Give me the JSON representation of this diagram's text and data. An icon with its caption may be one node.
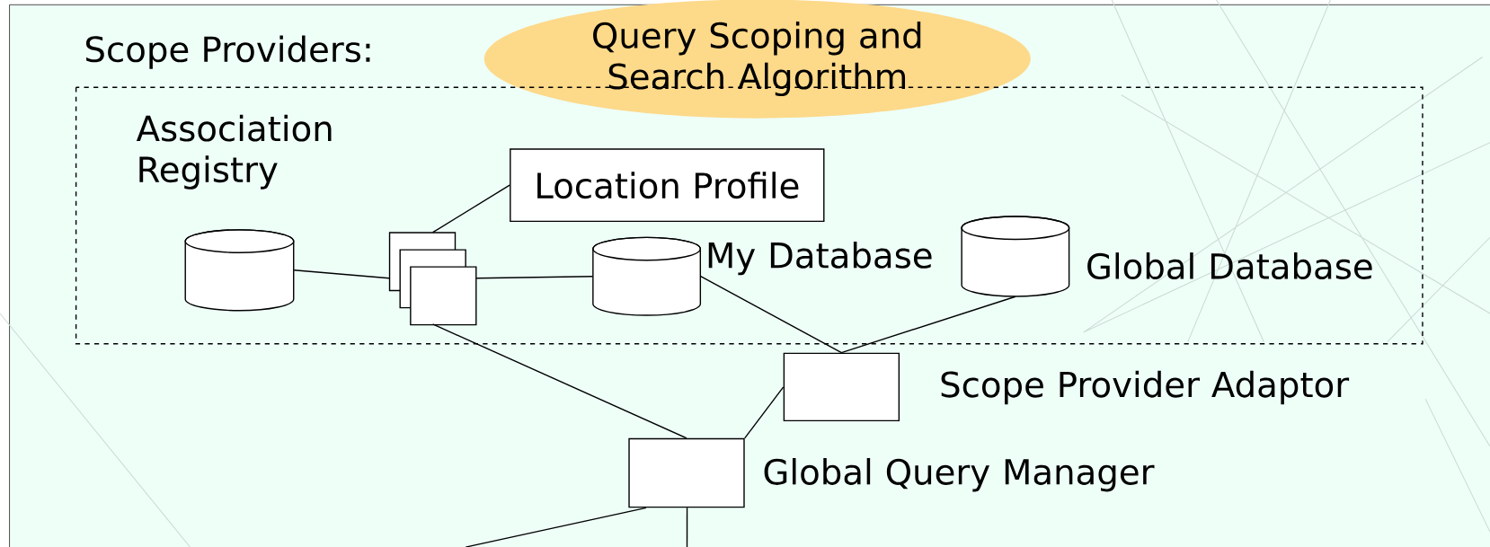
{
  "diagram": {
    "title": "Query Scoping and Search Algorithm",
    "nodes": [
      {
        "text": [
          "Scope Providers:"
        ]
      },
      {
        "text": [],
        "shape": "cylinder",
        "beside": [
          "Association Registry"
        ],
        "in": 0
      },
      {
        "text": [
          "Location Profile"
        ],
        "in": 0
      },
      {
        "text": [],
        "shape": "box",
        "in": 0
      },
      {
        "text": [],
        "shape": "cylinder",
        "beside": [
          "My Database"
        ],
        "in": 0
      },
      {
        "text": [],
        "shape": "cylinder",
        "beside": [
          "Global Database"
        ],
        "in": 0
      },
      {
        "text": [],
        "shape": "box",
        "beside": [
          "Scope Provider Adaptor"
        ]
      },
      {
        "text": [],
        "shape": "box",
        "beside": [
          "Global Query Manager"
        ]
      }
    ],
    "edges": [
      {
        "from": 1,
        "to": 3,
        "arrow": "none"
      },
      {
        "from": 3,
        "to": 2,
        "arrow": "none"
      },
      {
        "from": 3,
        "to": 4,
        "arrow": "none"
      },
      {
        "from": 4,
        "to": 6,
        "arrow": "none"
      },
      {
        "from": 5,
        "to": 6,
        "arrow": "none"
      },
      {
        "from": 3,
        "to": 7,
        "arrow": "none"
      },
      {
        "from": 6,
        "to": 7,
        "arrow": "none"
      },
      {
        "from": 7,
        "to": null,
        "arrow": "none"
      },
      {
        "from": 7,
        "to": null,
        "arrow": "none"
      }
    ]
  }
}
